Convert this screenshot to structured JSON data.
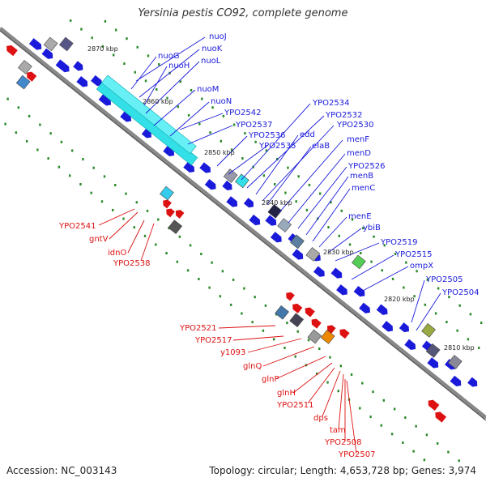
{
  "title": "Yersinia pestis CO92, complete genome",
  "footer": {
    "accession": "Accession: NC_003143",
    "topology": "Topology: circular; Length: 4,653,728 bp; Genes: 3,974"
  },
  "colors": {
    "forward_gene": "#1a1adb",
    "reverse_gene": "#dd1111",
    "backbone": "#888888",
    "dots": "#2a8a2a",
    "cyan_block": "#33e0e8"
  },
  "kbp_labels": [
    "2870 kbp",
    "2860 kbp",
    "2850 kbp",
    "2840 kbp",
    "2830 kbp",
    "2820 kbp",
    "2810 kbp"
  ],
  "blue_labels": [
    "nuoJ",
    "nuoG",
    "nuoK",
    "nuoH",
    "nuoL",
    "nuoM",
    "nuoN",
    "YPO2542",
    "YPO2537",
    "YPO2536",
    "YPO2535",
    "YPO2534",
    "YPO2532",
    "edd",
    "YPO2530",
    "eIaB",
    "menF",
    "menD",
    "YPO2526",
    "menB",
    "menC",
    "menE",
    "ybiB",
    "YPO2519",
    "YPO2515",
    "ompX",
    "YPO2505",
    "YPO2504"
  ],
  "red_labels": [
    "YPO2541",
    "gntV",
    "idnO",
    "YPO2538",
    "YPO2521",
    "YPO2517",
    "y1093",
    "glnQ",
    "glnP",
    "glnH",
    "YPO2511",
    "dps",
    "tam",
    "YPO2508",
    "YPO2507"
  ]
}
